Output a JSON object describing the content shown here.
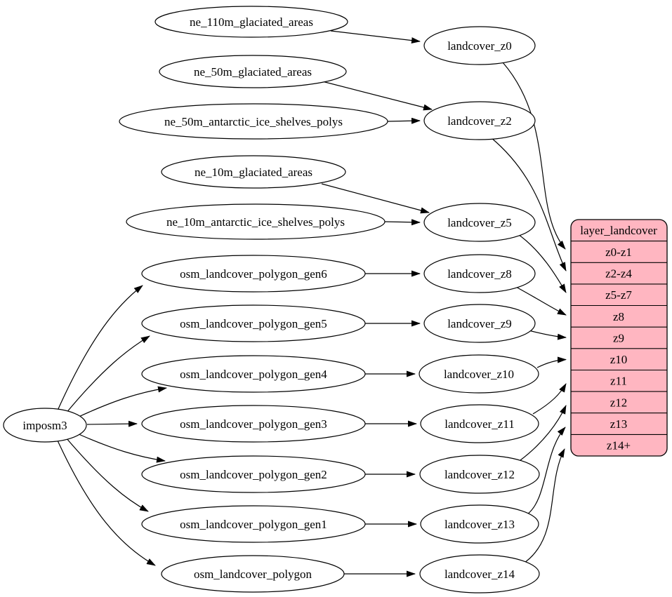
{
  "diagram": {
    "background_color": "#ffffff",
    "node_fill_color": "#ffffff",
    "node_stroke_color": "#000000",
    "edge_color": "#000000",
    "importer": {
      "id": "imposm3",
      "label": "imposm3"
    },
    "sources": [
      {
        "id": "ne_110m_glaciated_areas",
        "label": "ne_110m_glaciated_areas"
      },
      {
        "id": "ne_50m_glaciated_areas",
        "label": "ne_50m_glaciated_areas"
      },
      {
        "id": "ne_50m_antarctic_ice_shelves_polys",
        "label": "ne_50m_antarctic_ice_shelves_polys"
      },
      {
        "id": "ne_10m_glaciated_areas",
        "label": "ne_10m_glaciated_areas"
      },
      {
        "id": "ne_10m_antarctic_ice_shelves_polys",
        "label": "ne_10m_antarctic_ice_shelves_polys"
      },
      {
        "id": "osm_landcover_polygon_gen6",
        "label": "osm_landcover_polygon_gen6"
      },
      {
        "id": "osm_landcover_polygon_gen5",
        "label": "osm_landcover_polygon_gen5"
      },
      {
        "id": "osm_landcover_polygon_gen4",
        "label": "osm_landcover_polygon_gen4"
      },
      {
        "id": "osm_landcover_polygon_gen3",
        "label": "osm_landcover_polygon_gen3"
      },
      {
        "id": "osm_landcover_polygon_gen2",
        "label": "osm_landcover_polygon_gen2"
      },
      {
        "id": "osm_landcover_polygon_gen1",
        "label": "osm_landcover_polygon_gen1"
      },
      {
        "id": "osm_landcover_polygon",
        "label": "osm_landcover_polygon"
      }
    ],
    "generalized_tables": [
      {
        "id": "landcover_z0",
        "label": "landcover_z0"
      },
      {
        "id": "landcover_z2",
        "label": "landcover_z2"
      },
      {
        "id": "landcover_z5",
        "label": "landcover_z5"
      },
      {
        "id": "landcover_z8",
        "label": "landcover_z8"
      },
      {
        "id": "landcover_z9",
        "label": "landcover_z9"
      },
      {
        "id": "landcover_z10",
        "label": "landcover_z10"
      },
      {
        "id": "landcover_z11",
        "label": "landcover_z11"
      },
      {
        "id": "landcover_z12",
        "label": "landcover_z12"
      },
      {
        "id": "landcover_z13",
        "label": "landcover_z13"
      },
      {
        "id": "landcover_z14",
        "label": "landcover_z14"
      }
    ],
    "layer": {
      "title": "layer_landcover",
      "fill_color": "#ffb6c1",
      "zoom_rows": [
        "z0-z1",
        "z2-z4",
        "z5-z7",
        "z8",
        "z9",
        "z10",
        "z11",
        "z12",
        "z13",
        "z14+"
      ]
    },
    "edges": [
      {
        "from": "ne_110m_glaciated_areas",
        "to": "landcover_z0"
      },
      {
        "from": "ne_50m_glaciated_areas",
        "to": "landcover_z2"
      },
      {
        "from": "ne_50m_antarctic_ice_shelves_polys",
        "to": "landcover_z2"
      },
      {
        "from": "ne_10m_glaciated_areas",
        "to": "landcover_z5"
      },
      {
        "from": "ne_10m_antarctic_ice_shelves_polys",
        "to": "landcover_z5"
      },
      {
        "from": "osm_landcover_polygon_gen6",
        "to": "landcover_z8"
      },
      {
        "from": "osm_landcover_polygon_gen5",
        "to": "landcover_z9"
      },
      {
        "from": "osm_landcover_polygon_gen4",
        "to": "landcover_z10"
      },
      {
        "from": "osm_landcover_polygon_gen3",
        "to": "landcover_z11"
      },
      {
        "from": "osm_landcover_polygon_gen2",
        "to": "landcover_z12"
      },
      {
        "from": "osm_landcover_polygon_gen1",
        "to": "landcover_z13"
      },
      {
        "from": "osm_landcover_polygon",
        "to": "landcover_z14"
      },
      {
        "from": "imposm3",
        "to": "osm_landcover_polygon_gen6"
      },
      {
        "from": "imposm3",
        "to": "osm_landcover_polygon_gen5"
      },
      {
        "from": "imposm3",
        "to": "osm_landcover_polygon_gen4"
      },
      {
        "from": "imposm3",
        "to": "osm_landcover_polygon_gen3"
      },
      {
        "from": "imposm3",
        "to": "osm_landcover_polygon_gen2"
      },
      {
        "from": "imposm3",
        "to": "osm_landcover_polygon_gen1"
      },
      {
        "from": "imposm3",
        "to": "osm_landcover_polygon"
      },
      {
        "from": "landcover_z0",
        "to": "z0-z1"
      },
      {
        "from": "landcover_z2",
        "to": "z2-z4"
      },
      {
        "from": "landcover_z5",
        "to": "z5-z7"
      },
      {
        "from": "landcover_z8",
        "to": "z8"
      },
      {
        "from": "landcover_z9",
        "to": "z9"
      },
      {
        "from": "landcover_z10",
        "to": "z10"
      },
      {
        "from": "landcover_z11",
        "to": "z11"
      },
      {
        "from": "landcover_z12",
        "to": "z12"
      },
      {
        "from": "landcover_z13",
        "to": "z13"
      },
      {
        "from": "landcover_z14",
        "to": "z14+"
      }
    ]
  }
}
